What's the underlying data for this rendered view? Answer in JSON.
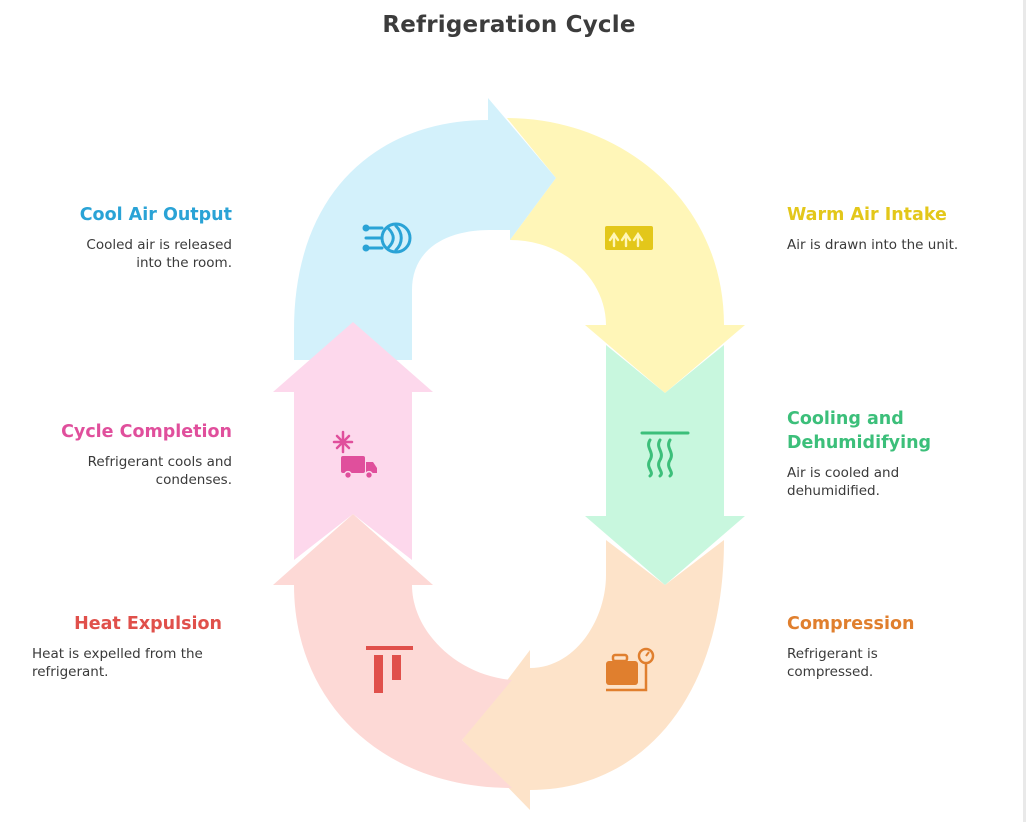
{
  "title": "Refrigeration Cycle",
  "stages": [
    {
      "id": "warm-air-intake",
      "heading": "Warm Air Intake",
      "description": "Air is drawn into the unit.",
      "color": "#e3c71a",
      "fill": "#fff6b8",
      "icon": "heat-waves-icon"
    },
    {
      "id": "cooling-dehumidifying",
      "heading": "Cooling and Dehumidifying",
      "description": "Air is cooled and dehumidified.",
      "color": "#3cbf7a",
      "fill": "#c8f7de",
      "icon": "vapor-icon"
    },
    {
      "id": "compression",
      "heading": "Compression",
      "description": "Refrigerant is compressed.",
      "color": "#e07f2e",
      "fill": "#fde3c9",
      "icon": "compressor-gauge-icon"
    },
    {
      "id": "heat-expulsion",
      "heading": "Heat Expulsion",
      "description": "Heat is expelled from the refrigerant.",
      "color": "#e0504b",
      "fill": "#fdd9d6",
      "icon": "heat-fins-icon"
    },
    {
      "id": "cycle-completion",
      "heading": "Cycle Completion",
      "description": "Refrigerant cools and condenses.",
      "color": "#e04f9c",
      "fill": "#fdd8ec",
      "icon": "refrigerated-truck-icon"
    },
    {
      "id": "cool-air-output",
      "heading": "Cool Air Output",
      "description": "Cooled air is released into the room.",
      "color": "#2aa3d6",
      "fill": "#d3f1fb",
      "icon": "fan-airflow-icon"
    }
  ]
}
